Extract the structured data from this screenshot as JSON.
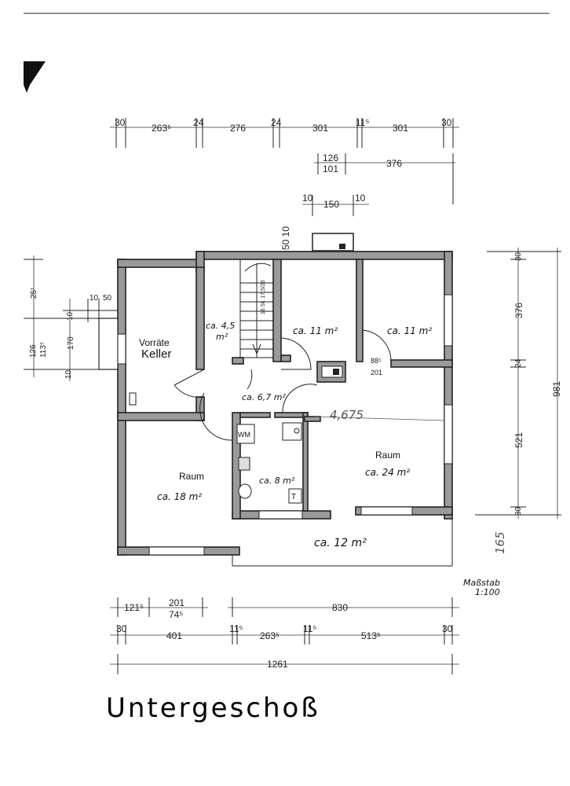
{
  "title": "Untergeschoß",
  "scale": {
    "label": "Maßstab",
    "value": "1:100"
  },
  "rooms": {
    "keller_1": "Vorräte",
    "keller_2": "Keller",
    "stair": "ca. 4,5",
    "stair_unit": "m²",
    "room_a": "ca. 11 m²",
    "room_b": "ca. 11 m²",
    "hall": "ca. 6,7 m²",
    "bath": "ca. 8 m²",
    "raum_left": "Raum",
    "raum_left_area": "ca. 18 m²",
    "raum_right": "Raum",
    "raum_right_area": "ca. 24 m²",
    "terrace": "ca. 12 m²",
    "wm": "WM",
    "t": "T",
    "pencil": "4,675",
    "pencil_side": "165",
    "stair_steps": "16 St. 17,5/26"
  },
  "dims": {
    "top": [
      "30",
      "263⁵",
      "24",
      "276",
      "24",
      "301",
      "11⁵",
      "301",
      "30"
    ],
    "top2": [
      "126",
      "101",
      "376"
    ],
    "top3": [
      "10",
      "150",
      "10"
    ],
    "vent": "50 10",
    "door": [
      "88⁵",
      "201"
    ],
    "left": [
      "25¹",
      "10",
      "50",
      "10",
      "126",
      "113⁵",
      "170",
      "10"
    ],
    "right": [
      "30",
      "376",
      "24",
      "521",
      "30",
      "981"
    ],
    "bottom1": [
      "121⁵",
      "201",
      "74⁵",
      "830"
    ],
    "bottom2": [
      "30",
      "401",
      "11⁵",
      "263⁵",
      "11⁵",
      "513⁵",
      "30"
    ],
    "bottom3": "1261"
  }
}
